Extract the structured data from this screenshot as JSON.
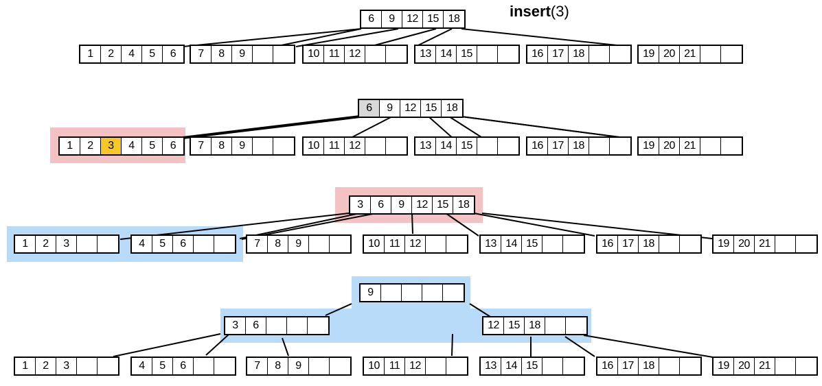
{
  "title": {
    "op": "insert",
    "arg": "(3)"
  },
  "colors": {
    "highlight_red": "#f4c2c2",
    "highlight_blue": "#b9dbfa",
    "inserted_key": "#f6c727",
    "split_key": "#d9d9d9"
  },
  "stages": [
    {
      "name": "initial-tree",
      "root": [
        "6",
        "9",
        "12",
        "15",
        "18"
      ],
      "leaves": [
        [
          "1",
          "2",
          "4",
          "5",
          "6"
        ],
        [
          "7",
          "8",
          "9",
          "",
          ""
        ],
        [
          "10",
          "11",
          "12",
          "",
          ""
        ],
        [
          "13",
          "14",
          "15",
          "",
          ""
        ],
        [
          "16",
          "17",
          "18",
          "",
          ""
        ],
        [
          "19",
          "20",
          "21",
          "",
          ""
        ]
      ]
    },
    {
      "name": "insert-into-leaf",
      "root": [
        "6",
        "9",
        "12",
        "15",
        "18"
      ],
      "leaves": [
        [
          "1",
          "2",
          "3",
          "4",
          "5",
          "6"
        ],
        [
          "7",
          "8",
          "9",
          "",
          ""
        ],
        [
          "10",
          "11",
          "12",
          "",
          ""
        ],
        [
          "13",
          "14",
          "15",
          "",
          ""
        ],
        [
          "16",
          "17",
          "18",
          "",
          ""
        ],
        [
          "19",
          "20",
          "21",
          "",
          ""
        ]
      ]
    },
    {
      "name": "split-leaf",
      "root": [
        "3",
        "6",
        "9",
        "12",
        "15",
        "18"
      ],
      "leaves": [
        [
          "1",
          "2",
          "3",
          "",
          ""
        ],
        [
          "4",
          "5",
          "6",
          "",
          ""
        ],
        [
          "7",
          "8",
          "9",
          "",
          ""
        ],
        [
          "10",
          "11",
          "12",
          "",
          ""
        ],
        [
          "13",
          "14",
          "15",
          "",
          ""
        ],
        [
          "16",
          "17",
          "18",
          "",
          ""
        ],
        [
          "19",
          "20",
          "21",
          "",
          ""
        ]
      ]
    },
    {
      "name": "split-root",
      "root": [
        "9",
        "",
        "",
        "",
        ""
      ],
      "inner": [
        [
          "3",
          "6",
          "",
          "",
          ""
        ],
        [
          "12",
          "15",
          "18",
          "",
          ""
        ]
      ],
      "leaves": [
        [
          "1",
          "2",
          "3",
          "",
          ""
        ],
        [
          "4",
          "5",
          "6",
          "",
          ""
        ],
        [
          "7",
          "8",
          "9",
          "",
          ""
        ],
        [
          "10",
          "11",
          "12",
          "",
          ""
        ],
        [
          "13",
          "14",
          "15",
          "",
          ""
        ],
        [
          "16",
          "17",
          "18",
          "",
          ""
        ],
        [
          "19",
          "20",
          "21",
          "",
          ""
        ]
      ]
    }
  ]
}
